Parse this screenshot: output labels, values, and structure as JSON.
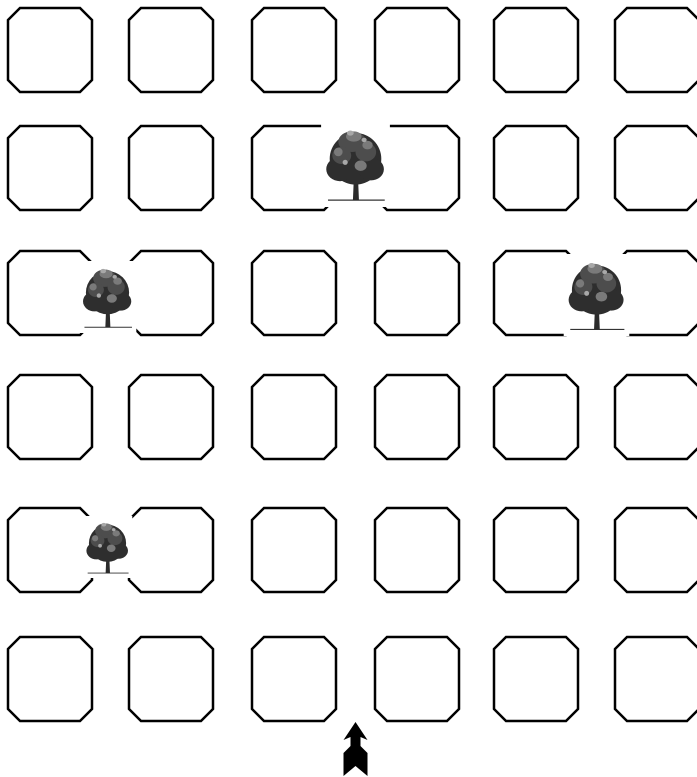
{
  "board": {
    "rows": 6,
    "cols": 6,
    "block_color": "#000000",
    "background_color": "#ffffff"
  },
  "trees": [
    {
      "row": 1,
      "col": 2.5,
      "icon": "tree-icon"
    },
    {
      "row": 2,
      "col": 0.5,
      "icon": "tree-icon"
    },
    {
      "row": 2,
      "col": 4.5,
      "icon": "tree-icon"
    },
    {
      "row": 4,
      "col": 0.5,
      "icon": "tree-icon"
    }
  ],
  "player": {
    "icon": "up-arrow-icon",
    "facing": "up",
    "col": 2.5,
    "row": 6
  }
}
